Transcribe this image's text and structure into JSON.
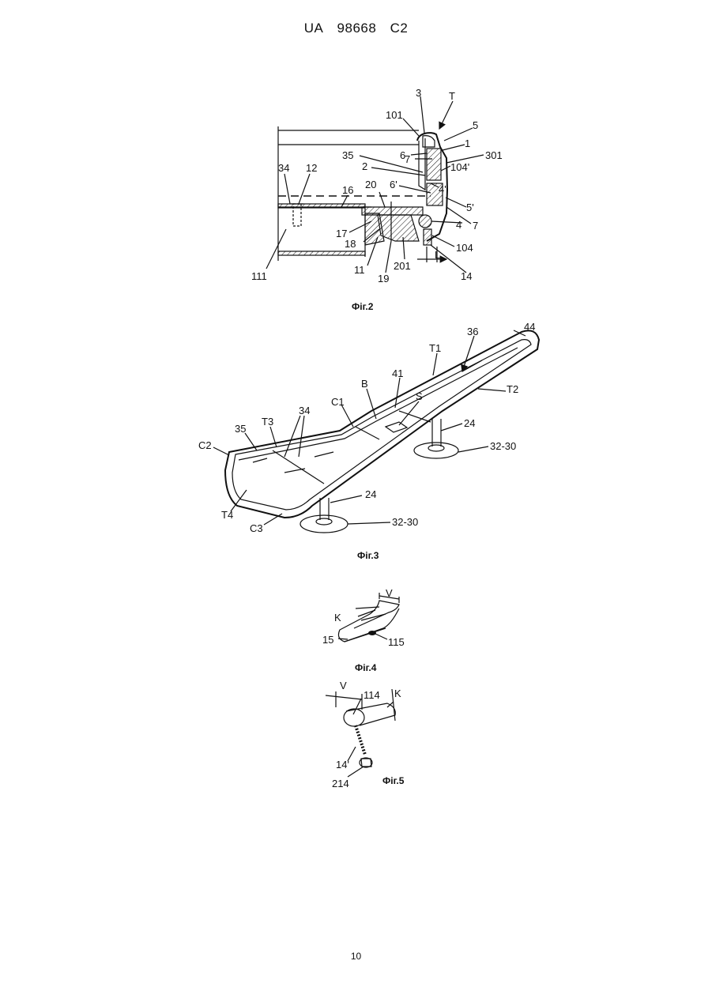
{
  "header": {
    "country": "UA",
    "number": "98668",
    "kind": "C2"
  },
  "figures": [
    {
      "caption": "Фіг.2",
      "labels": [
        "3",
        "T",
        "101",
        "5",
        "6",
        "1",
        "35",
        "7",
        "301",
        "2",
        "104'",
        "6'",
        "4'",
        "34",
        "12",
        "20",
        "16",
        "5'",
        "7",
        "17",
        "4",
        "18",
        "104",
        "11",
        "201",
        "L",
        "111",
        "19",
        "14"
      ]
    },
    {
      "caption": "Фіг.3",
      "labels": [
        "36",
        "44",
        "T1",
        "T2",
        "41",
        "B",
        "S",
        "C1",
        "34",
        "T3",
        "35",
        "C2",
        "24",
        "32-30",
        "24",
        "32-30",
        "T4",
        "C3"
      ]
    },
    {
      "caption": "Фіг.4",
      "labels": [
        "V",
        "K",
        "15",
        "115"
      ]
    },
    {
      "caption": "Фіг.5",
      "labels": [
        "V",
        "114",
        "K",
        "14'",
        "214"
      ]
    }
  ],
  "page_number": "10"
}
